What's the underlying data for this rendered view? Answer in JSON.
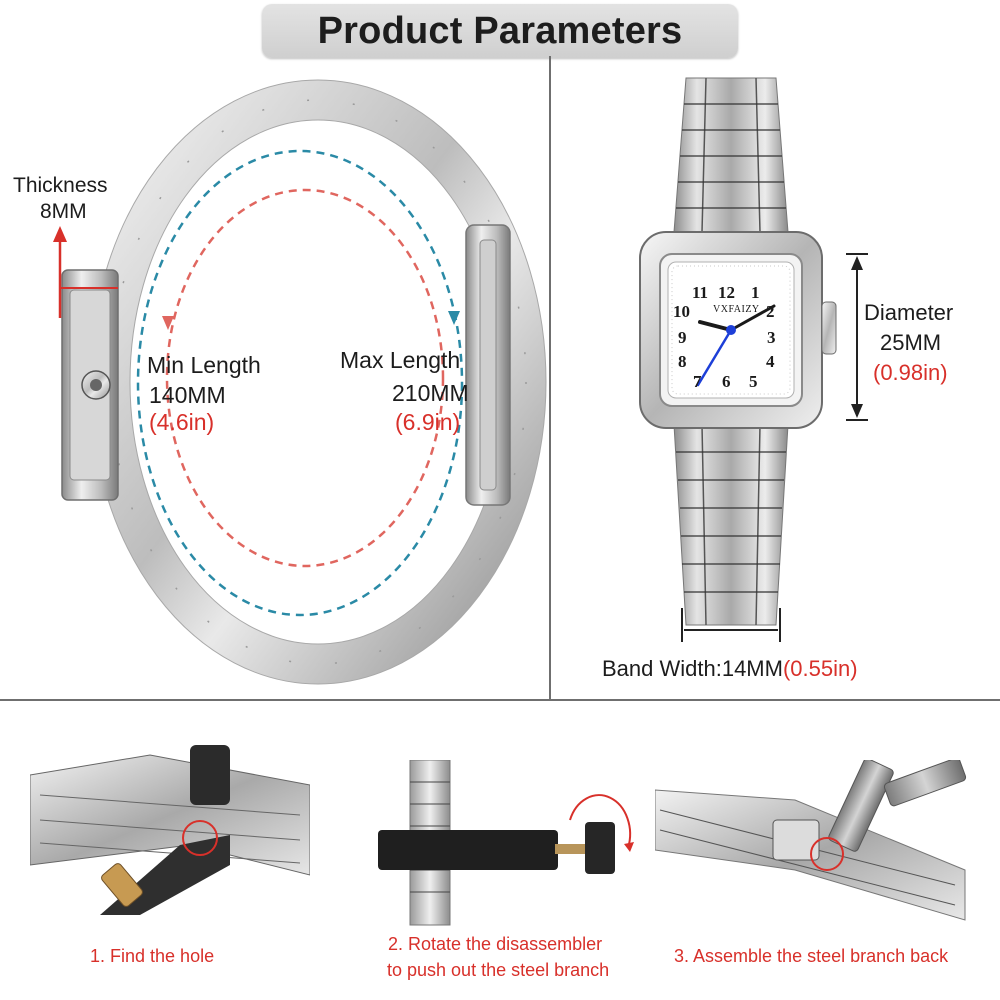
{
  "header": {
    "title": "Product Parameters"
  },
  "left_panel": {
    "thickness_label": "Thickness",
    "thickness_value": "8MM",
    "min_length_label": "Min Length",
    "min_length_mm": "140MM",
    "min_length_in": "(4.6in)",
    "max_length_label": "Max Length",
    "max_length_mm": "210MM",
    "max_length_in": "(6.9in)"
  },
  "right_panel": {
    "watch_brand": "VXFAIZY",
    "dial_numerals": [
      "12",
      "1",
      "2",
      "3",
      "4",
      "5",
      "6",
      "7",
      "8",
      "9",
      "10",
      "11"
    ],
    "diameter_label": "Diameter",
    "diameter_mm": "25MM",
    "diameter_in": "(0.98in)",
    "band_width_label": "Band Width:14MM",
    "band_width_in": "(0.55in)"
  },
  "steps": [
    {
      "caption": "1. Find the hole"
    },
    {
      "caption_line1": "2. Rotate the disassembler",
      "caption_line2": "to push out the steel branch"
    },
    {
      "caption": "3. Assemble the steel branch back"
    }
  ],
  "colors": {
    "accent_red": "#d8302a",
    "dashed_blue": "#2a8aa6",
    "dashed_red": "#e0665f",
    "divider": "#6f6f6f",
    "title_pill": "#d9d9d9"
  }
}
